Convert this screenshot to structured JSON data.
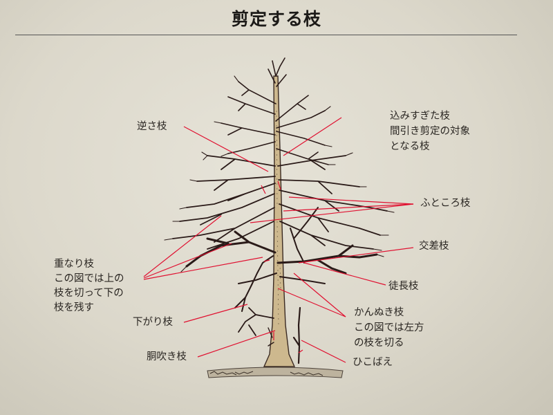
{
  "title": "剪定する枝",
  "labels": {
    "sakasa": "逆さ枝",
    "komisugi": [
      "込みすぎた枝",
      "間引き剪定の対象",
      "となる枝"
    ],
    "futokoro": "ふところ枝",
    "kousa": "交差枝",
    "kasanari": [
      "重なり枝",
      "この図では上の",
      "枝を切って下の",
      "枝を残す"
    ],
    "tocho": "徒長枝",
    "kannuki": [
      "かんぬき枝",
      "この図では左方",
      "の枝を切る"
    ],
    "sagari": "下がり枝",
    "dobuki": "胴吹き枝",
    "hikobae": "ひこばえ"
  },
  "colors": {
    "leader": "#e01030",
    "branch": "#2a1a18",
    "trunk": "#cdb88e",
    "outline": "#3a2a22"
  }
}
